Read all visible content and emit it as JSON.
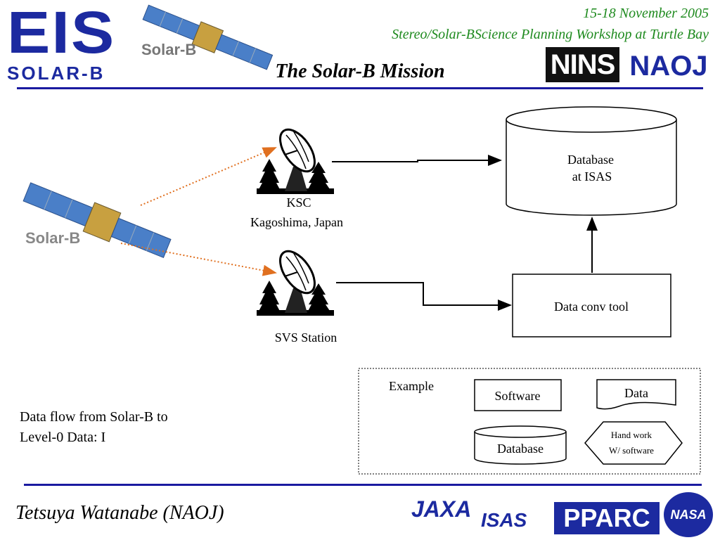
{
  "header": {
    "date": "15-18 November 2005",
    "workshop": "Stereo/Solar-BScience Planning Workshop at Turtle Bay",
    "title": "The Solar-B Mission",
    "eis_logo": "EIS",
    "eis_sub": "SOLAR-B",
    "satellite_label": "Solar-B",
    "nins_logo": "NINS",
    "naoj_logo": "NAOJ"
  },
  "diagram": {
    "satellite_label": "Solar-B",
    "ksc_label": "KSC",
    "ksc_location": "Kagoshima, Japan",
    "svs_label": "SVS Station",
    "db_isas_line1": "Database",
    "db_isas_line2": "at ISAS",
    "data_conv_tool": "Data conv tool"
  },
  "legend": {
    "title": "Example",
    "software": "Software",
    "data": "Data",
    "database": "Database",
    "hand_work_line1": "Hand work",
    "hand_work_line2": "W/ software"
  },
  "caption": {
    "line1": "Data flow from Solar-B to",
    "line2": "Level-0 Data: I"
  },
  "footer": {
    "author": "Tetsuya Watanabe (NAOJ)",
    "logos": [
      "JAXA",
      "ISAS",
      "PPARC",
      "NASA"
    ]
  },
  "colors": {
    "rule": "#1a1aa0",
    "header_text": "#1e8a1e",
    "dotted_arrow": "#e07020",
    "logo_blue": "#1c2aa0"
  }
}
